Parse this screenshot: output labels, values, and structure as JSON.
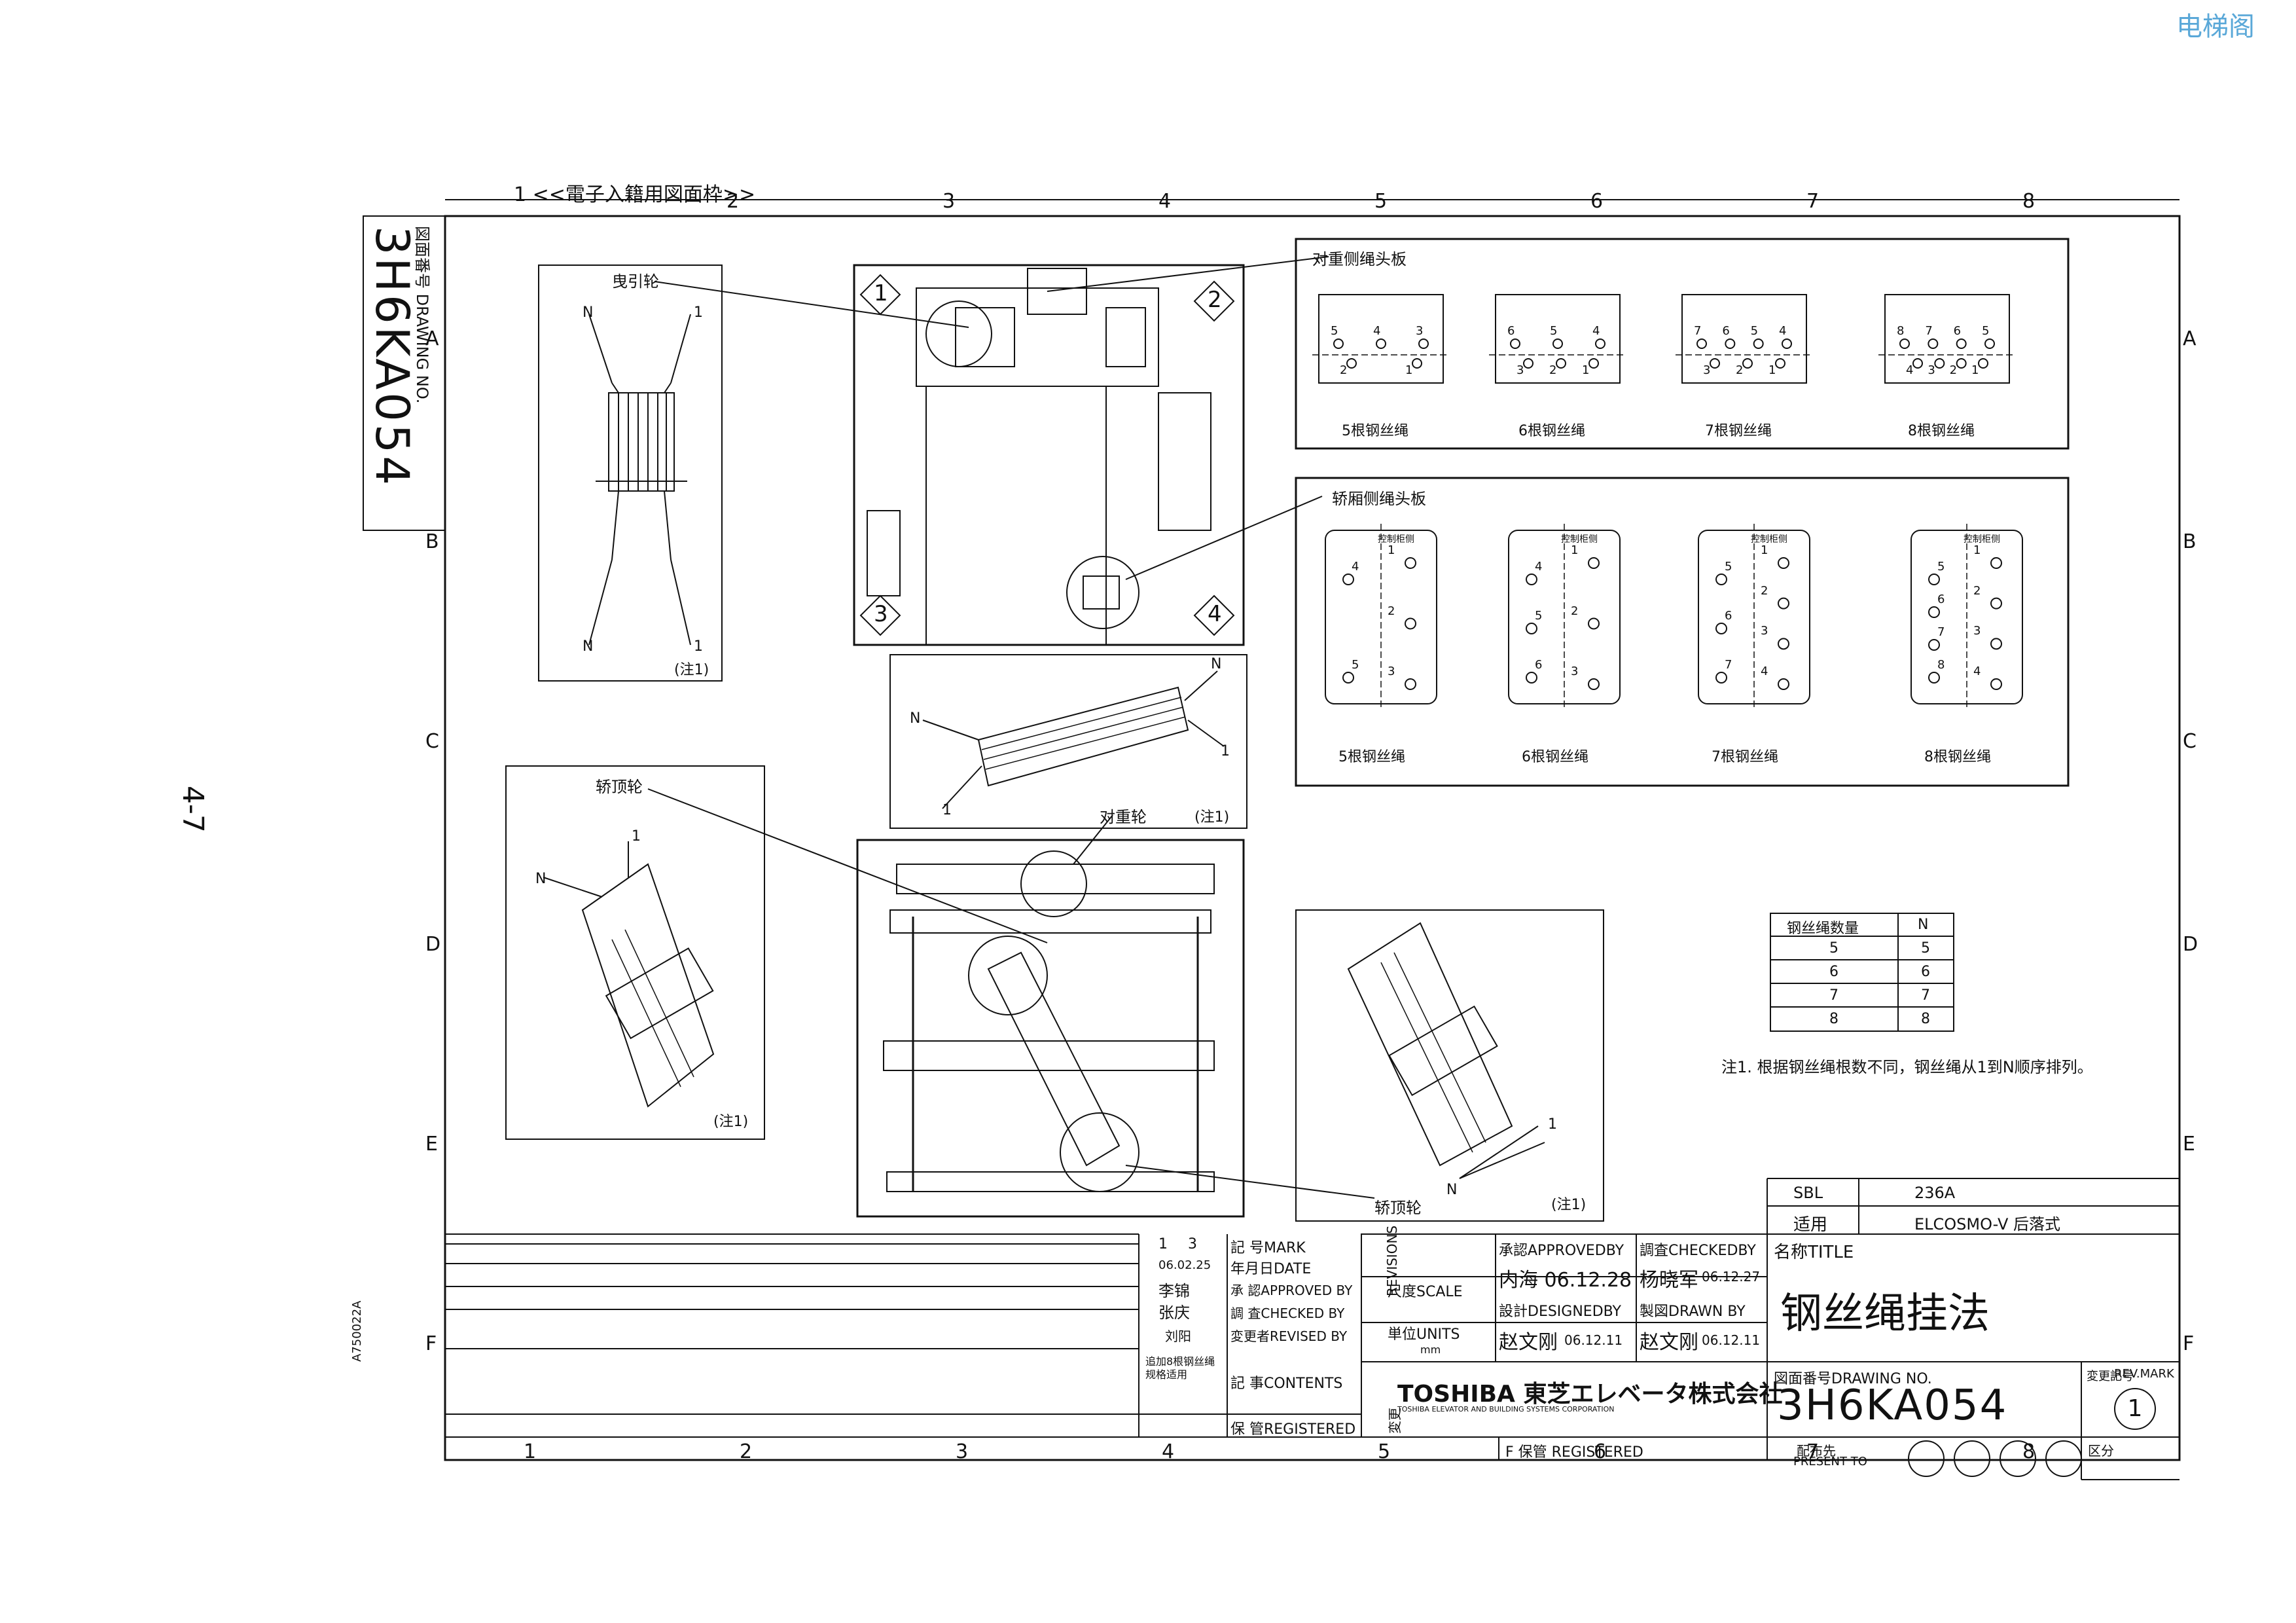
{
  "watermark": "电梯阁",
  "page_number": "4-7",
  "side_code": "A750022A",
  "frame_title": "1 <<電子入籍用図面枠>>",
  "side_drawing_label": "図面番号 DRAWING NO.",
  "side_drawing_no": "3H6KA054",
  "col_numbers_top": [
    "2",
    "3",
    "4",
    "5",
    "6",
    "7",
    "8"
  ],
  "col_numbers_bottom": [
    "1",
    "2",
    "3",
    "4",
    "5",
    "6",
    "7",
    "8"
  ],
  "row_letters": [
    "A",
    "B",
    "C",
    "D",
    "E",
    "F"
  ],
  "views": {
    "traction": {
      "label": "曳引轮",
      "n": "N",
      "one": "1",
      "note": "(注1)"
    },
    "top_view_numbers": [
      "1",
      "2",
      "3",
      "4"
    ],
    "car_top_left": {
      "label": "轿顶轮",
      "n": "N",
      "one": "1",
      "note": "(注1)"
    },
    "counter_wheel": {
      "label": "对重轮",
      "n": "N",
      "one": "1",
      "note": "(注1)"
    },
    "car_top_right": {
      "label": "轿顶轮",
      "n": "N",
      "one": "1",
      "note": "(注1)"
    }
  },
  "cw_panel": {
    "title": "对重侧绳头板",
    "items": [
      {
        "caption": "5根钢丝绳",
        "top": [
          "5",
          "4",
          "3"
        ],
        "bot": [
          "2",
          "1"
        ]
      },
      {
        "caption": "6根钢丝绳",
        "top": [
          "6",
          "5",
          "4"
        ],
        "bot": [
          "3",
          "2",
          "1"
        ]
      },
      {
        "caption": "7根钢丝绳",
        "top": [
          "7",
          "6",
          "5",
          "4"
        ],
        "bot": [
          "3",
          "2",
          "1"
        ]
      },
      {
        "caption": "8根钢丝绳",
        "top": [
          "8",
          "7",
          "6",
          "5"
        ],
        "bot": [
          "4",
          "3",
          "2",
          "1"
        ]
      }
    ]
  },
  "car_panel": {
    "title": "轿厢侧绳头板",
    "ctrl": "控制柜侧",
    "items": [
      {
        "caption": "5根钢丝绳",
        "left": [
          "4",
          "5"
        ],
        "right": [
          "1",
          "2",
          "3"
        ]
      },
      {
        "caption": "6根钢丝绳",
        "left": [
          "4",
          "5",
          "6"
        ],
        "right": [
          "1",
          "2",
          "3"
        ]
      },
      {
        "caption": "7根钢丝绳",
        "left": [
          "5",
          "6",
          "7"
        ],
        "right": [
          "1",
          "2",
          "3",
          "4"
        ]
      },
      {
        "caption": "8根钢丝绳",
        "left": [
          "5",
          "6",
          "7",
          "8"
        ],
        "right": [
          "1",
          "2",
          "3",
          "4"
        ]
      }
    ]
  },
  "rope_table": {
    "headers": [
      "钢丝绳数量",
      "N"
    ],
    "rows": [
      [
        "5",
        "5"
      ],
      [
        "6",
        "6"
      ],
      [
        "7",
        "7"
      ],
      [
        "8",
        "8"
      ]
    ]
  },
  "note": "注1. 根据钢丝绳根数不同，钢丝绳从1到N顺序排列。",
  "sbl": {
    "label": "SBL",
    "value": "236A"
  },
  "applicable": {
    "label": "适用",
    "value": "ELCOSMO-V 后落式"
  },
  "title_block": {
    "title_label": "名称TITLE",
    "title": "钢丝绳挂法",
    "approved_label": "承認APPROVEDBY",
    "approved": "内海 06.12.28",
    "checked_label": "調査CHECKEDBY",
    "checked": "杨晓军",
    "checked_date": "06.12.27",
    "scale_label": "尺度SCALE",
    "units_label": "単位UNITS",
    "units": "mm",
    "designed_label": "設計DESIGNEDBY",
    "designed": "赵文刚",
    "designed_date": "06.12.11",
    "drawn_label": "製図DRAWN BY",
    "drawn": "赵文刚",
    "drawn_date": "06.12.11",
    "company": "TOSHIBA 東芝エレベータ株式会社",
    "company_sub": "TOSHIBA ELEVATOR AND BUILDING SYSTEMS CORPORATION",
    "dwg_label": "図面番号DRAWING NO.",
    "dwg_no": "3H6KA054",
    "rev_label": "変更記号",
    "rev_mark_label": "REV.MARK",
    "rev_mark": "1",
    "present_label": "配布先",
    "present_to": "PRESENT TO",
    "div_label": "区分",
    "storage": "F 保管 REGISTERED"
  },
  "revision": {
    "mark": "1",
    "mark2": "3",
    "date": "06.02.25",
    "approver": "李锦",
    "checker": "张庆",
    "reviser": "刘阳",
    "content": "追加8根钢丝绳 规格适用",
    "mark_label": "記 号MARK",
    "date_label": "年月日DATE",
    "approved_label": "承 認APPROVED BY",
    "checked_label": "調 査CHECKED BY",
    "revised_label": "変更者REVISED BY",
    "contents_label": "記 事CONTENTS",
    "registered_label": "保 管REGISTERED",
    "revisions_label": "REVISIONS",
    "change_label": "変更"
  }
}
